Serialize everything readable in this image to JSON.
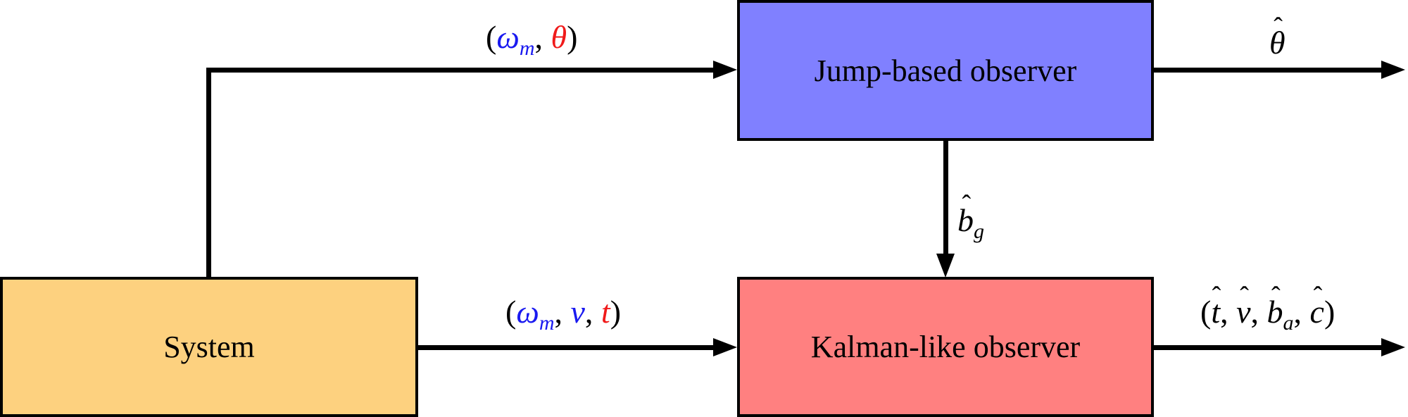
{
  "colors": {
    "system_fill": "#FDD17F",
    "jump_fill": "#8080FF",
    "kalman_fill": "#FF8080",
    "blue_var": "#1A1AF0",
    "red_var": "#F01A1A"
  },
  "blocks": {
    "system": {
      "label": "System"
    },
    "jump_observer": {
      "label": "Jump-based observer"
    },
    "kalman_observer": {
      "label": "Kalman-like observer"
    }
  },
  "signals": {
    "system_to_jump": {
      "open": "(",
      "omega": "ω",
      "omega_sub": "m",
      "sep": ", ",
      "theta": "θ",
      "close": ")"
    },
    "system_to_kalman": {
      "open": "(",
      "omega": "ω",
      "omega_sub": "m",
      "sep1": ", ",
      "v": "v",
      "sep2": ", ",
      "t": "t",
      "close": ")"
    },
    "jump_output": {
      "theta_hat": "θ"
    },
    "jump_to_kalman": {
      "b": "b",
      "sub": "g"
    },
    "kalman_output": {
      "open": "(",
      "t": "t",
      "sep1": ", ",
      "v": "v",
      "sep2": ", ",
      "b": "b",
      "b_sub": "a",
      "sep3": ", ",
      "c": "c",
      "close": ")"
    }
  }
}
